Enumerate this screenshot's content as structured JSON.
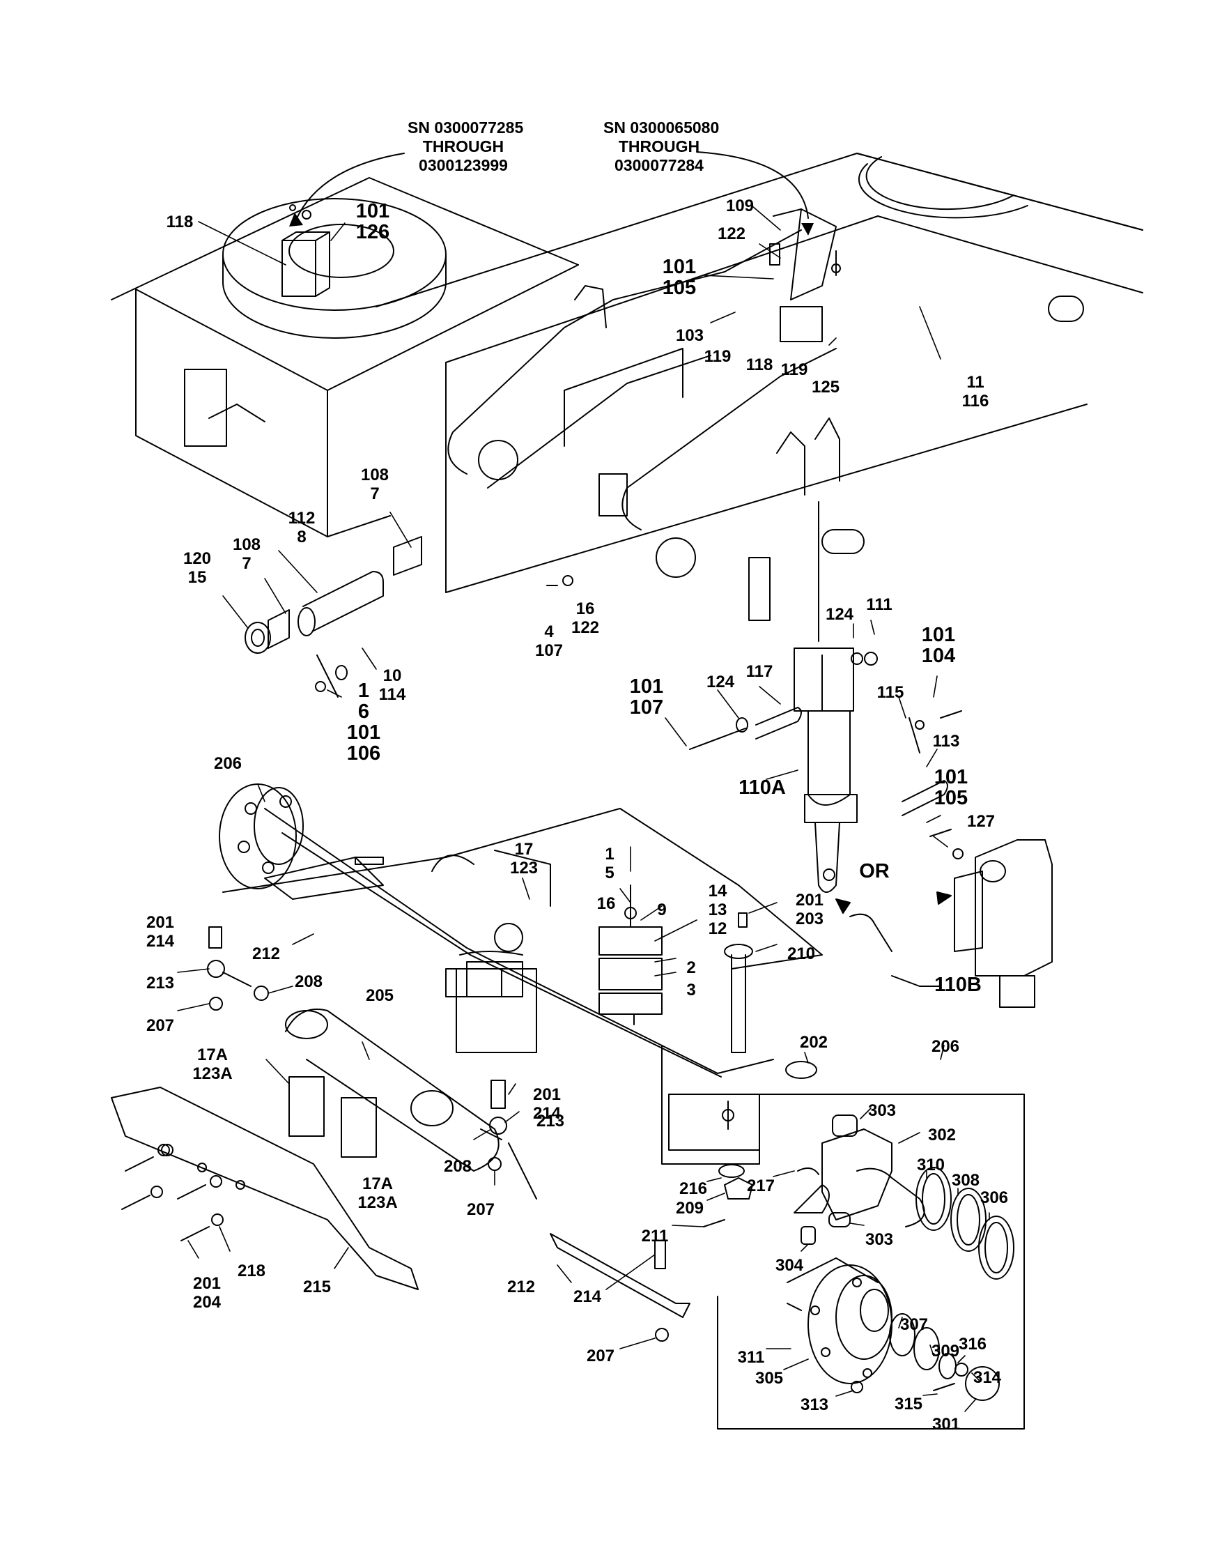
{
  "serial_notes": [
    {
      "lines": [
        "SN 0300077285",
        "THROUGH",
        "0300123999"
      ]
    },
    {
      "lines": [
        "SN 0300065080",
        "THROUGH",
        "0300077284"
      ]
    }
  ],
  "or_label": "OR",
  "callouts": [
    {
      "lines": [
        "118"
      ]
    },
    {
      "lines": [
        "101",
        "126"
      ]
    },
    {
      "lines": [
        "109"
      ]
    },
    {
      "lines": [
        "122"
      ]
    },
    {
      "lines": [
        "101",
        "105"
      ]
    },
    {
      "lines": [
        "103"
      ]
    },
    {
      "lines": [
        "119"
      ]
    },
    {
      "lines": [
        "118"
      ]
    },
    {
      "lines": [
        "119"
      ]
    },
    {
      "lines": [
        "125"
      ]
    },
    {
      "lines": [
        "11",
        "116"
      ]
    },
    {
      "lines": [
        "108",
        "7"
      ]
    },
    {
      "lines": [
        "112",
        "8"
      ]
    },
    {
      "lines": [
        "108",
        "7"
      ]
    },
    {
      "lines": [
        "120",
        "15"
      ]
    },
    {
      "lines": [
        "16",
        "122"
      ]
    },
    {
      "lines": [
        "4",
        "107"
      ]
    },
    {
      "lines": [
        "10",
        "114"
      ]
    },
    {
      "lines": [
        "1",
        "6",
        "101",
        "106"
      ]
    },
    {
      "lines": [
        "124"
      ]
    },
    {
      "lines": [
        "111"
      ]
    },
    {
      "lines": [
        "101",
        "104"
      ]
    },
    {
      "lines": [
        "117"
      ]
    },
    {
      "lines": [
        "124"
      ]
    },
    {
      "lines": [
        "101",
        "107"
      ]
    },
    {
      "lines": [
        "115"
      ]
    },
    {
      "lines": [
        "113"
      ]
    },
    {
      "lines": [
        "110A"
      ]
    },
    {
      "lines": [
        "101",
        "105"
      ]
    },
    {
      "lines": [
        "127"
      ]
    },
    {
      "lines": [
        "110B"
      ]
    },
    {
      "lines": [
        "206"
      ]
    },
    {
      "lines": [
        "17",
        "123"
      ]
    },
    {
      "lines": [
        "1",
        "5"
      ]
    },
    {
      "lines": [
        "16"
      ]
    },
    {
      "lines": [
        "9"
      ]
    },
    {
      "lines": [
        "14",
        "13",
        "12"
      ]
    },
    {
      "lines": [
        "201",
        "203"
      ]
    },
    {
      "lines": [
        "210"
      ]
    },
    {
      "lines": [
        "2"
      ]
    },
    {
      "lines": [
        "3"
      ]
    },
    {
      "lines": [
        "201",
        "214"
      ]
    },
    {
      "lines": [
        "212"
      ]
    },
    {
      "lines": [
        "213"
      ]
    },
    {
      "lines": [
        "208"
      ]
    },
    {
      "lines": [
        "205"
      ]
    },
    {
      "lines": [
        "207"
      ]
    },
    {
      "lines": [
        "202"
      ]
    },
    {
      "lines": [
        "206"
      ]
    },
    {
      "lines": [
        "17A",
        "123A"
      ]
    },
    {
      "lines": [
        "201",
        "214"
      ]
    },
    {
      "lines": [
        "213"
      ]
    },
    {
      "lines": [
        "303"
      ]
    },
    {
      "lines": [
        "302"
      ]
    },
    {
      "lines": [
        "310"
      ]
    },
    {
      "lines": [
        "308"
      ]
    },
    {
      "lines": [
        "306"
      ]
    },
    {
      "lines": [
        "208"
      ]
    },
    {
      "lines": [
        "17A",
        "123A"
      ]
    },
    {
      "lines": [
        "207"
      ]
    },
    {
      "lines": [
        "216"
      ]
    },
    {
      "lines": [
        "209"
      ]
    },
    {
      "lines": [
        "217"
      ]
    },
    {
      "lines": [
        "211"
      ]
    },
    {
      "lines": [
        "303"
      ]
    },
    {
      "lines": [
        "304"
      ]
    },
    {
      "lines": [
        "218"
      ]
    },
    {
      "lines": [
        "201",
        "204"
      ]
    },
    {
      "lines": [
        "215"
      ]
    },
    {
      "lines": [
        "212"
      ]
    },
    {
      "lines": [
        "214"
      ]
    },
    {
      "lines": [
        "207"
      ]
    },
    {
      "lines": [
        "307"
      ]
    },
    {
      "lines": [
        "309"
      ]
    },
    {
      "lines": [
        "316"
      ]
    },
    {
      "lines": [
        "314"
      ]
    },
    {
      "lines": [
        "311"
      ]
    },
    {
      "lines": [
        "305"
      ]
    },
    {
      "lines": [
        "313"
      ]
    },
    {
      "lines": [
        "315"
      ]
    },
    {
      "lines": [
        "301"
      ]
    }
  ]
}
